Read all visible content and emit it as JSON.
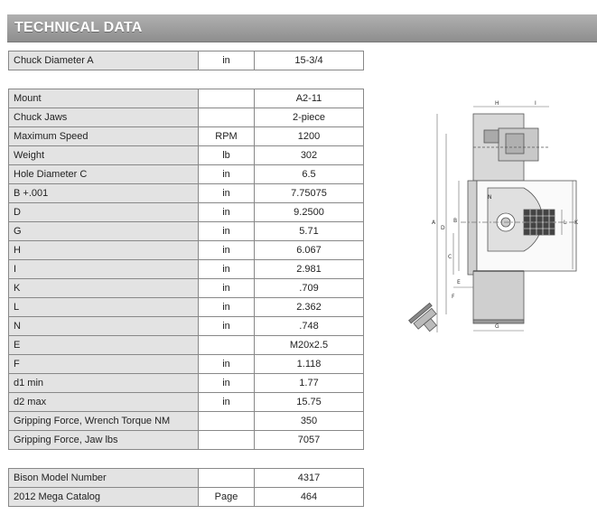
{
  "header": {
    "title": "TECHNICAL DATA"
  },
  "table1": [
    {
      "label": "Chuck Diameter A",
      "unit": "in",
      "value": "15-3/4"
    }
  ],
  "table2": [
    {
      "label": "Mount",
      "unit": "",
      "value": "A2-11"
    },
    {
      "label": "Chuck Jaws",
      "unit": "",
      "value": "2-piece"
    },
    {
      "label": "Maximum Speed",
      "unit": "RPM",
      "value": "1200"
    },
    {
      "label": "Weight",
      "unit": "lb",
      "value": "302"
    },
    {
      "label": "Hole Diameter C",
      "unit": "in",
      "value": "6.5"
    },
    {
      "label": "B +.001",
      "unit": "in",
      "value": "7.75075"
    },
    {
      "label": "D",
      "unit": "in",
      "value": "9.2500"
    },
    {
      "label": "G",
      "unit": "in",
      "value": "5.71"
    },
    {
      "label": "H",
      "unit": "in",
      "value": "6.067"
    },
    {
      "label": "I",
      "unit": "in",
      "value": "2.981"
    },
    {
      "label": "K",
      "unit": "in",
      "value": ".709"
    },
    {
      "label": "L",
      "unit": "in",
      "value": "2.362"
    },
    {
      "label": "N",
      "unit": "in",
      "value": ".748"
    },
    {
      "label": "E",
      "unit": "",
      "value": "M20x2.5"
    },
    {
      "label": "F",
      "unit": "in",
      "value": "1.118"
    },
    {
      "label": "d1 min",
      "unit": "in",
      "value": "1.77"
    },
    {
      "label": "d2 max",
      "unit": "in",
      "value": "15.75"
    },
    {
      "label": "Gripping Force, Wrench Torque NM",
      "unit": "",
      "value": "350"
    },
    {
      "label": "Gripping Force, Jaw lbs",
      "unit": "",
      "value": "7057"
    }
  ],
  "table3": [
    {
      "label": "Bison Model Number",
      "unit": "",
      "value": "4317"
    },
    {
      "label": "2012 Mega Catalog",
      "unit": "Page",
      "value": "464"
    }
  ],
  "drawing": {
    "dims": {
      "h": "H",
      "i": "I",
      "a": "A",
      "d": "D",
      "b": "B",
      "c": "C",
      "e": "E",
      "f": "F",
      "g": "G",
      "l": "L",
      "k": "K",
      "n": "N"
    }
  }
}
